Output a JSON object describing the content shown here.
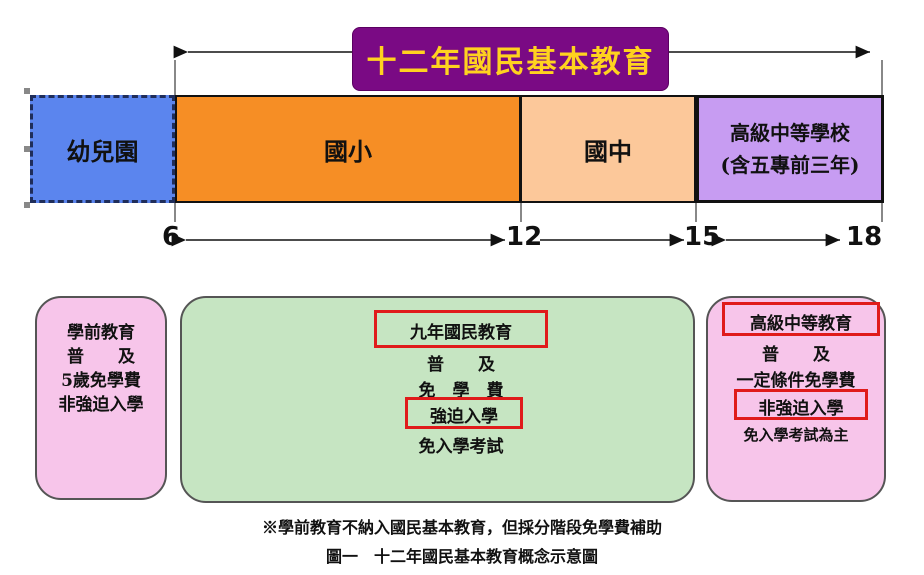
{
  "title": "十二年國民基本教育",
  "stages": {
    "kinder": "幼兒園",
    "elementary": "國小",
    "junior": "國中",
    "senior_line1": "高級中等學校",
    "senior_line2": "(含五專前三年)"
  },
  "ages": {
    "a6": "6",
    "a12": "12",
    "a15": "15",
    "a18": "18"
  },
  "cards": {
    "preschool": [
      "學前教育",
      "普　　及",
      "5歲免學費",
      "非強迫入學"
    ],
    "nine_year": [
      "九年國民教育",
      "普　　及",
      "免　學　費",
      "強迫入學",
      "免入學考試"
    ],
    "senior": [
      "高級中等教育",
      "普　　及",
      "一定條件免學費",
      "非強迫入學",
      "免入學考試為主"
    ]
  },
  "footnote": "※學前教育不納入國民基本教育，但採分階段免學費補助",
  "caption": "圖一　十二年國民基本教育概念示意圖",
  "colors": {
    "title_bg": "#7a0a84",
    "title_text": "#ffd21f",
    "kinder": "#5b85ee",
    "elementary": "#f68e25",
    "junior": "#fcc89a",
    "senior": "#c79cf2",
    "card_pink": "#f7c5ea",
    "card_green": "#c6e5c2",
    "highlight": "#e01b1b"
  }
}
